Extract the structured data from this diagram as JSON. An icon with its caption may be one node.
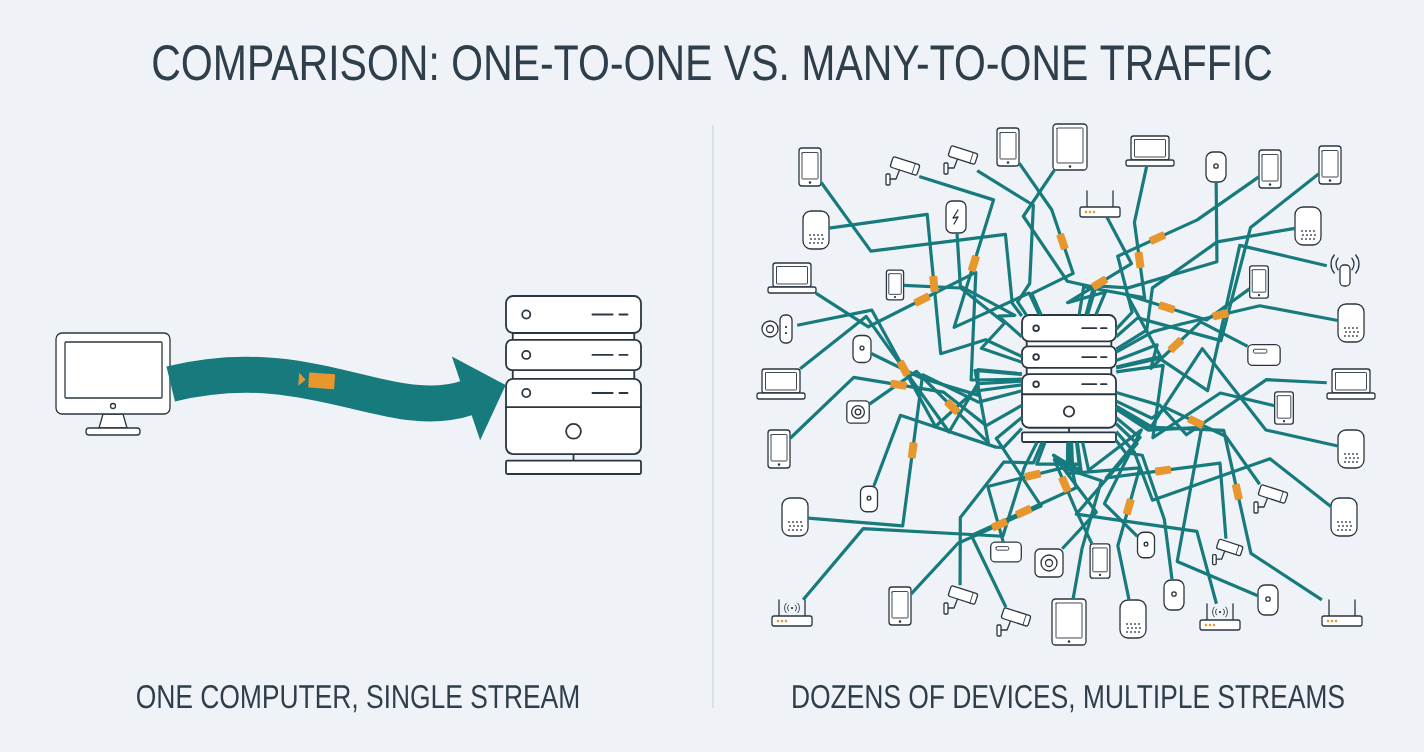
{
  "diagram": {
    "title": "COMPARISON: ONE-TO-ONE VS. MANY-TO-ONE TRAFFIC",
    "nodes": [
      {
        "text": [],
        "shape": "picture"
      },
      {
        "text": [],
        "shape": "picture"
      },
      {
        "text": [],
        "shape": "picture"
      },
      {
        "text": [],
        "shape": "picture"
      },
      {
        "text": [],
        "shape": "picture"
      },
      {
        "text": [],
        "shape": "picture"
      },
      {
        "text": [],
        "shape": "picture"
      },
      {
        "text": [],
        "shape": "picture"
      },
      {
        "text": [],
        "shape": "picture"
      },
      {
        "text": [],
        "shape": "picture"
      },
      {
        "text": [],
        "shape": "picture"
      },
      {
        "text": [],
        "shape": "picture"
      },
      {
        "text": [],
        "shape": "picture"
      },
      {
        "text": [],
        "shape": "picture"
      },
      {
        "text": [],
        "shape": "picture"
      },
      {
        "text": [],
        "shape": "picture"
      },
      {
        "text": [],
        "shape": "picture"
      },
      {
        "text": [],
        "shape": "picture"
      },
      {
        "text": [],
        "shape": "picture"
      },
      {
        "text": [],
        "shape": "picture"
      },
      {
        "text": [],
        "shape": "picture"
      },
      {
        "text": [],
        "shape": "picture"
      },
      {
        "text": [],
        "shape": "picture"
      },
      {
        "text": [],
        "shape": "picture"
      },
      {
        "text": [],
        "shape": "picture"
      },
      {
        "text": [],
        "shape": "picture"
      },
      {
        "text": [],
        "shape": "picture"
      },
      {
        "text": [],
        "shape": "picture"
      },
      {
        "text": [],
        "shape": "picture"
      },
      {
        "text": [],
        "shape": "picture"
      },
      {
        "text": [],
        "shape": "picture"
      },
      {
        "text": [],
        "shape": "picture"
      },
      {
        "text": [],
        "shape": "picture"
      },
      {
        "text": [],
        "shape": "picture"
      },
      {
        "text": [],
        "shape": "picture"
      },
      {
        "text": [],
        "shape": "picture"
      },
      {
        "text": [],
        "shape": "picture"
      },
      {
        "text": [],
        "shape": "picture"
      },
      {
        "text": [],
        "shape": "picture"
      },
      {
        "text": [],
        "shape": "picture"
      },
      {
        "text": [],
        "shape": "picture"
      },
      {
        "text": [],
        "shape": "picture"
      },
      {
        "text": [],
        "shape": "picture"
      },
      {
        "text": [],
        "shape": "picture"
      },
      {
        "text": [],
        "shape": "picture"
      },
      {
        "text": [],
        "shape": "picture"
      },
      {
        "text": [],
        "shape": "picture"
      },
      {
        "text": [],
        "shape": "picture"
      },
      {
        "text": [],
        "shape": "picture"
      }
    ],
    "edges": [
      {
        "from": 0,
        "to": 1,
        "arrow": "to",
        "style": "thick"
      },
      {
        "from": 3,
        "to": 2,
        "arrow": "none"
      },
      {
        "from": 4,
        "to": 2,
        "arrow": "none"
      },
      {
        "from": 5,
        "to": 2,
        "arrow": "none"
      },
      {
        "from": 6,
        "to": 2,
        "arrow": "none"
      },
      {
        "from": 7,
        "to": 2,
        "arrow": "none"
      },
      {
        "from": 8,
        "to": 2,
        "arrow": "none"
      },
      {
        "from": 9,
        "to": 2,
        "arrow": "none"
      },
      {
        "from": 10,
        "to": 2,
        "arrow": "none"
      },
      {
        "from": 11,
        "to": 2,
        "arrow": "none"
      },
      {
        "from": 12,
        "to": 2,
        "arrow": "none"
      },
      {
        "from": 13,
        "to": 2,
        "arrow": "none"
      },
      {
        "from": 14,
        "to": 2,
        "arrow": "none"
      },
      {
        "from": 15,
        "to": 2,
        "arrow": "none"
      },
      {
        "from": 16,
        "to": 2,
        "arrow": "none"
      },
      {
        "from": 17,
        "to": 2,
        "arrow": "none"
      },
      {
        "from": 18,
        "to": 2,
        "arrow": "none"
      },
      {
        "from": 19,
        "to": 2,
        "arrow": "none"
      },
      {
        "from": 20,
        "to": 2,
        "arrow": "none"
      },
      {
        "from": 21,
        "to": 2,
        "arrow": "none"
      },
      {
        "from": 22,
        "to": 2,
        "arrow": "none"
      },
      {
        "from": 23,
        "to": 2,
        "arrow": "none"
      },
      {
        "from": 24,
        "to": 2,
        "arrow": "none"
      },
      {
        "from": 25,
        "to": 2,
        "arrow": "none"
      },
      {
        "from": 26,
        "to": 2,
        "arrow": "none"
      },
      {
        "from": 27,
        "to": 2,
        "arrow": "none"
      },
      {
        "from": 28,
        "to": 2,
        "arrow": "none"
      },
      {
        "from": 29,
        "to": 2,
        "arrow": "none"
      },
      {
        "from": 30,
        "to": 2,
        "arrow": "none"
      },
      {
        "from": 31,
        "to": 2,
        "arrow": "none"
      },
      {
        "from": 32,
        "to": 2,
        "arrow": "none"
      },
      {
        "from": 33,
        "to": 2,
        "arrow": "none"
      },
      {
        "from": 34,
        "to": 2,
        "arrow": "none"
      },
      {
        "from": 35,
        "to": 2,
        "arrow": "none"
      },
      {
        "from": 36,
        "to": 2,
        "arrow": "none"
      },
      {
        "from": 37,
        "to": 2,
        "arrow": "none"
      },
      {
        "from": 38,
        "to": 2,
        "arrow": "none"
      },
      {
        "from": 39,
        "to": 2,
        "arrow": "none"
      },
      {
        "from": 40,
        "to": 2,
        "arrow": "none"
      },
      {
        "from": 41,
        "to": 2,
        "arrow": "none"
      },
      {
        "from": 42,
        "to": 2,
        "arrow": "none"
      },
      {
        "from": 43,
        "to": 2,
        "arrow": "none"
      },
      {
        "from": 44,
        "to": 2,
        "arrow": "none"
      },
      {
        "from": 45,
        "to": 2,
        "arrow": "none"
      },
      {
        "from": 46,
        "to": 2,
        "arrow": "none"
      },
      {
        "from": 47,
        "to": 2,
        "arrow": "none"
      },
      {
        "from": 48,
        "to": 2,
        "arrow": "none"
      }
    ],
    "labels": [
      "ONE COMPUTER, SINGLE STREAM",
      "DOZENS OF DEVICES, MULTIPLE STREAMS"
    ]
  }
}
